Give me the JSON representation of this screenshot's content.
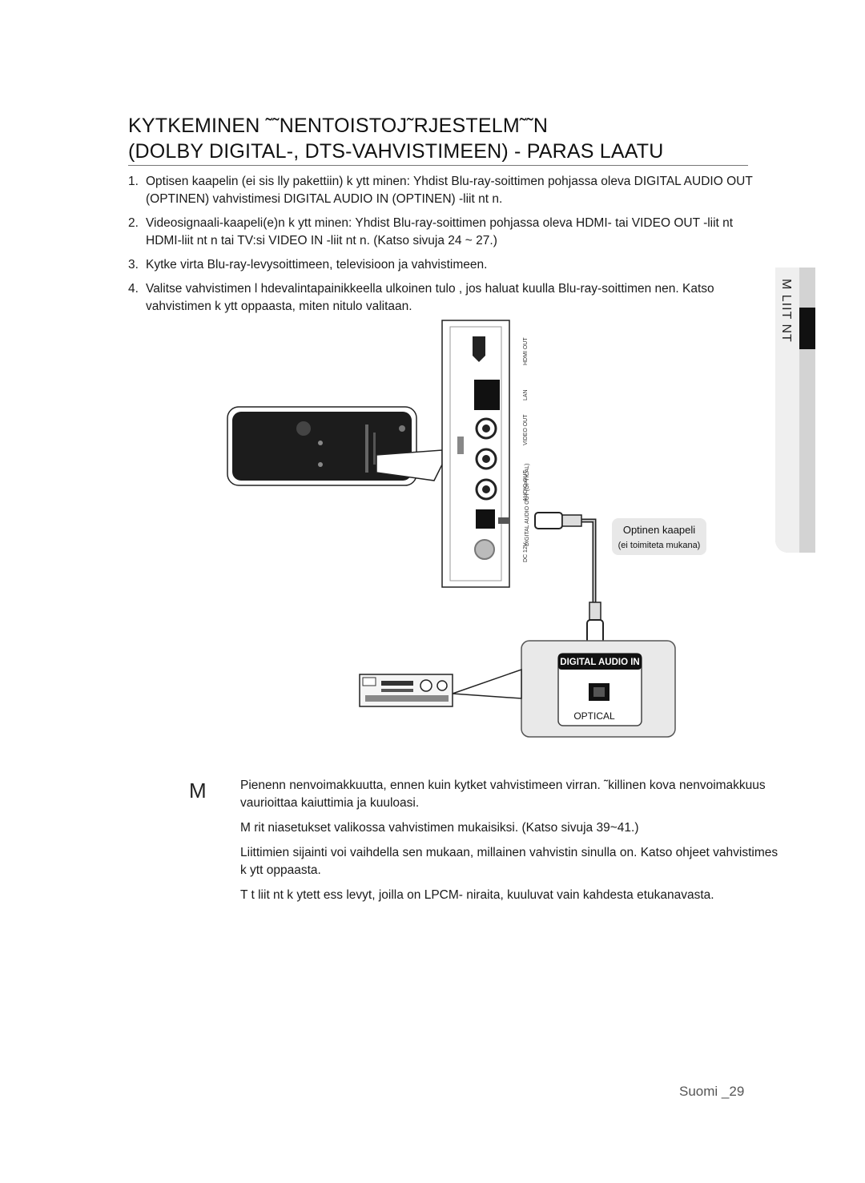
{
  "title": {
    "line1": "KYTKEMINEN ˜˜NENTOISTOJ˜RJESTELM˜˜N",
    "line2": "(DOLBY DIGITAL-, DTS-VAHVISTIMEEN) - PARAS LAATU"
  },
  "steps": [
    {
      "num": "1.",
      "text": "Optisen kaapelin (ei sis lly pakettiin) k ytt minen: Yhdist  Blu-ray-soittimen pohjassa oleva DIGITAL AUDIO OUT (OPTINEN) vahvistimesi DIGITAL AUDIO IN (OPTINEN) -liit nt  n."
    },
    {
      "num": "2.",
      "text": "Videosignaali-kaapeli(e)n k ytt minen: Yhdist  Blu-ray-soittimen pohjassa oleva HDMI- tai  VIDEO OUT -liit nt HDMI-liit nt  n tai TV:si  VIDEO IN -liit nt  n. (Katso sivuja 24 ~ 27.)"
    },
    {
      "num": "3.",
      "text": "Kytke virta Blu-ray-levysoittimeen, televisioon ja vahvistimeen."
    },
    {
      "num": "4.",
      "text": "Valitse vahvistimen l hdevalintapainikkeella ulkoinen tulo , jos haluat kuulla Blu-ray-soittimen   nen. Katso vahvistimen k ytt oppaasta, miten   nitulo valitaan."
    }
  ],
  "side_tab": {
    "label": "M LIIT NT"
  },
  "diagram": {
    "port_labels": [
      "HDMI OUT",
      "LAN",
      "VIDEO OUT",
      "AUDIO OUT",
      "DIGITAL AUDIO OUT (OPTICAL)",
      "DC 12V"
    ],
    "cable_label": "Optinen kaapeli",
    "cable_sublabel": "(ei toimiteta mukana)",
    "amp_header": "DIGITAL AUDIO IN",
    "amp_port_label": "OPTICAL"
  },
  "note_marker": "M",
  "notes": [
    "Pienenn    nenvoimakkuutta, ennen kuin kytket vahvistimeen virran. ˜killinen kova   nenvoimakkuus",
    "vaurioittaa kaiuttimia ja kuuloasi.",
    "M rit    niasetukset valikossa vahvistimen mukaisiksi. (Katso sivuja 39~41.)",
    "Liittimien sijainti voi vaihdella sen mukaan, millainen vahvistin sinulla on. Katso ohjeet vahvistimes",
    "k ytt oppaasta.",
    "T t  liit nt   k ytett ess  levyt, joilla on LPCM-   niraita, kuuluvat vain kahdesta etukanavasta."
  ],
  "footer": {
    "page": "Suomi _29"
  }
}
